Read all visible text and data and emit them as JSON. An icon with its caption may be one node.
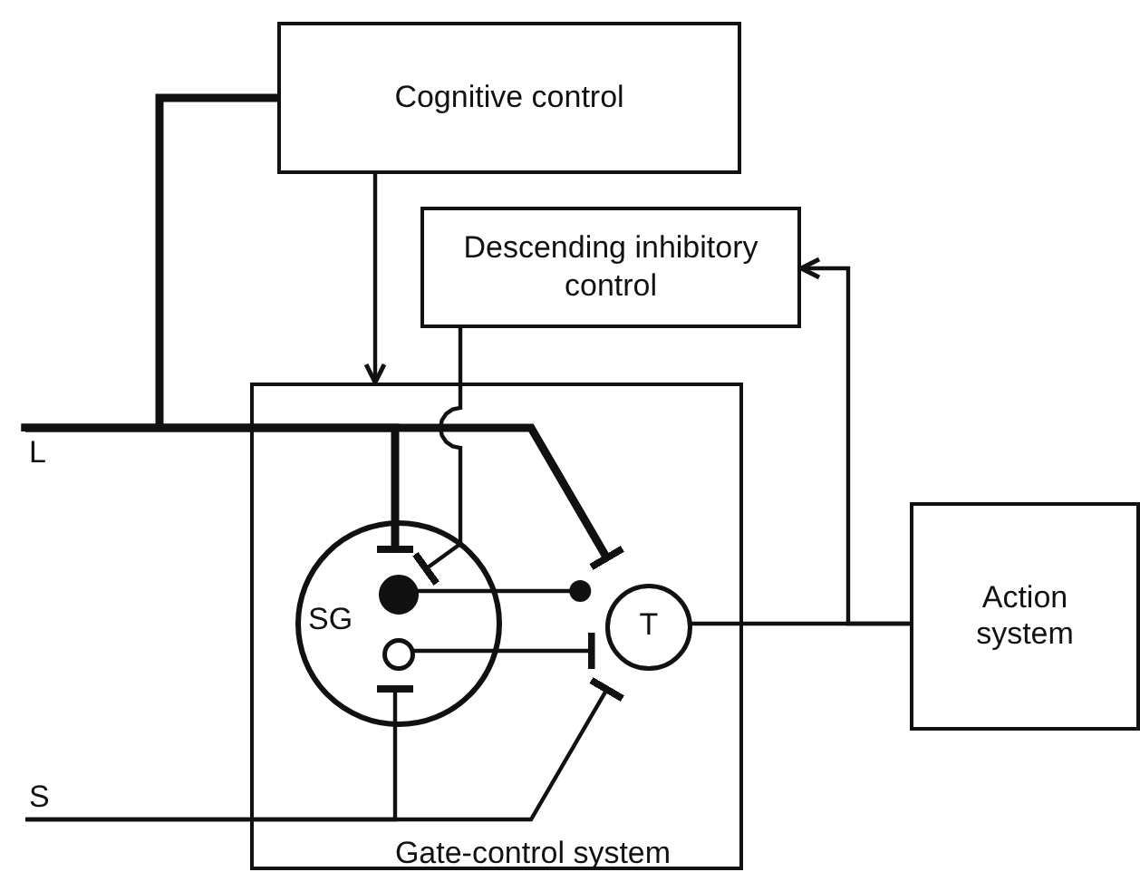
{
  "diagram": {
    "nodes": [
      {
        "text": [
          "Cognitive control"
        ]
      },
      {
        "text": [
          "Descending inhibitory control"
        ]
      },
      {
        "text": [
          "Gate-control system"
        ]
      },
      {
        "text": [
          "SG"
        ],
        "in": 2
      },
      {
        "text": [],
        "shape": "dot",
        "in": 3
      },
      {
        "text": [],
        "shape": "circle",
        "in": 3
      },
      {
        "text": [
          "T"
        ],
        "in": 2
      },
      {
        "text": [
          "Action system"
        ]
      },
      {
        "text": [
          "L"
        ]
      },
      {
        "text": [
          "S"
        ]
      }
    ],
    "edges": [
      {
        "from": 0,
        "to": null,
        "arrow": "none",
        "style": "thick"
      },
      {
        "from": 0,
        "to": 2,
        "arrow": "to"
      },
      {
        "from": 8,
        "to": 4,
        "arrow": "other",
        "style": "thick"
      },
      {
        "from": 8,
        "to": 6,
        "arrow": "other",
        "style": "thick"
      },
      {
        "from": 1,
        "to": 4,
        "arrow": "other"
      },
      {
        "from": 4,
        "to": 6,
        "arrow": "other"
      },
      {
        "from": 5,
        "to": 6,
        "arrow": "other"
      },
      {
        "from": 9,
        "to": 5,
        "arrow": "other"
      },
      {
        "from": 9,
        "to": 6,
        "arrow": "other"
      },
      {
        "from": 6,
        "to": 7,
        "arrow": "none"
      },
      {
        "from": 7,
        "to": 1,
        "arrow": "to"
      }
    ]
  }
}
